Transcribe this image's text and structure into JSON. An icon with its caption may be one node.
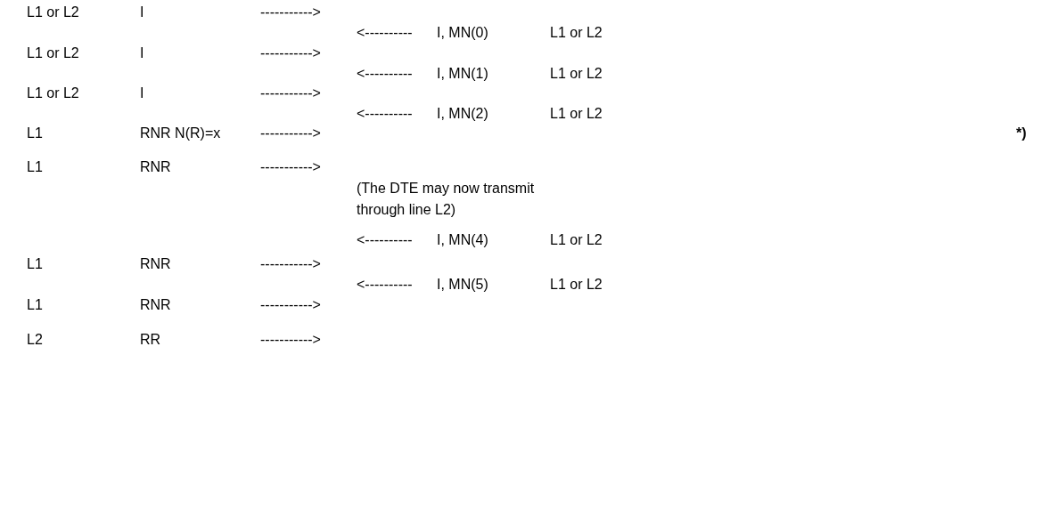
{
  "diagram": {
    "labels": [
      "L1 or L2",
      "I",
      "----------->",
      "<----------",
      "I, MN(0)",
      "L1 or L2",
      "L1 or L2",
      "I",
      "----------->",
      "<----------",
      "I, MN(1)",
      "L1 or L2",
      "L1 or L2",
      "I",
      "----------->",
      "<----------",
      "I, MN(2)",
      "L1 or L2",
      "L1",
      "RNR N(R)=x",
      "----------->",
      "*)",
      "L1",
      "RNR",
      "----------->",
      "(The DTE may now transmit through line L2)",
      "<----------",
      "I, MN(4)",
      "L1 or L2",
      "L1",
      "RNR",
      "----------->",
      "<----------",
      "I, MN(5)",
      "L1 or L2",
      "L1",
      "RNR",
      "----------->",
      "L2",
      "RR",
      "----------->"
    ]
  }
}
